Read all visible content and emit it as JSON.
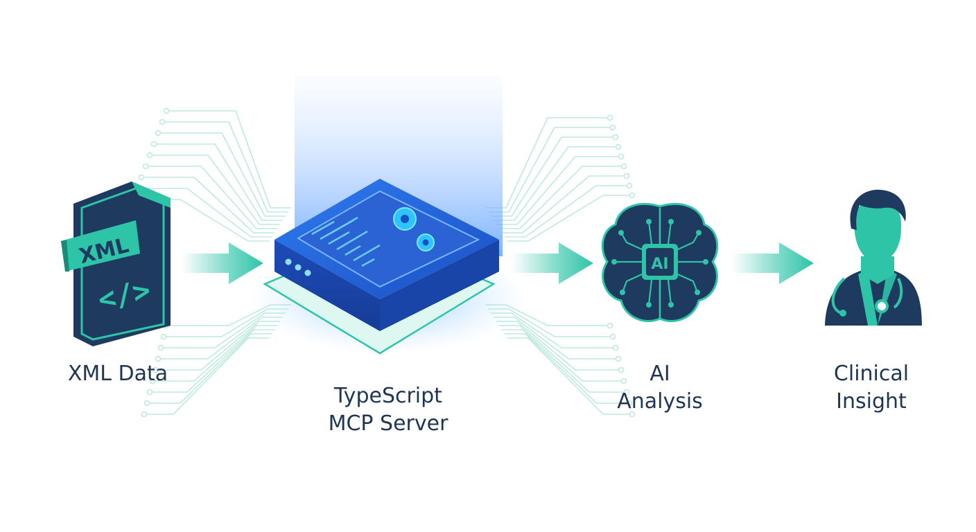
{
  "diagram": {
    "stages": [
      {
        "id": "xml",
        "label_lines": [
          "XML Data"
        ],
        "icon": "xml-file-icon",
        "badge": "XML",
        "code_glyph": "</>"
      },
      {
        "id": "server",
        "label_lines": [
          "TypeScript",
          "MCP Server"
        ],
        "icon": "server-gears-icon"
      },
      {
        "id": "ai",
        "label_lines": [
          "AI",
          "Analysis"
        ],
        "icon": "ai-brain-icon",
        "badge": "AI"
      },
      {
        "id": "doctor",
        "label_lines": [
          "Clinical",
          "Insight"
        ],
        "icon": "doctor-stethoscope-icon"
      }
    ],
    "arrows": [
      {
        "from": "xml",
        "to": "server"
      },
      {
        "from": "server",
        "to": "ai"
      },
      {
        "from": "ai",
        "to": "doctor"
      }
    ]
  },
  "colors": {
    "navy": "#1e3a5f",
    "teal": "#2ec4a8",
    "blue": "#2f6fe0",
    "glow": "#5aa8ff",
    "text": "#1f3554",
    "circuit": "#bde9df"
  }
}
